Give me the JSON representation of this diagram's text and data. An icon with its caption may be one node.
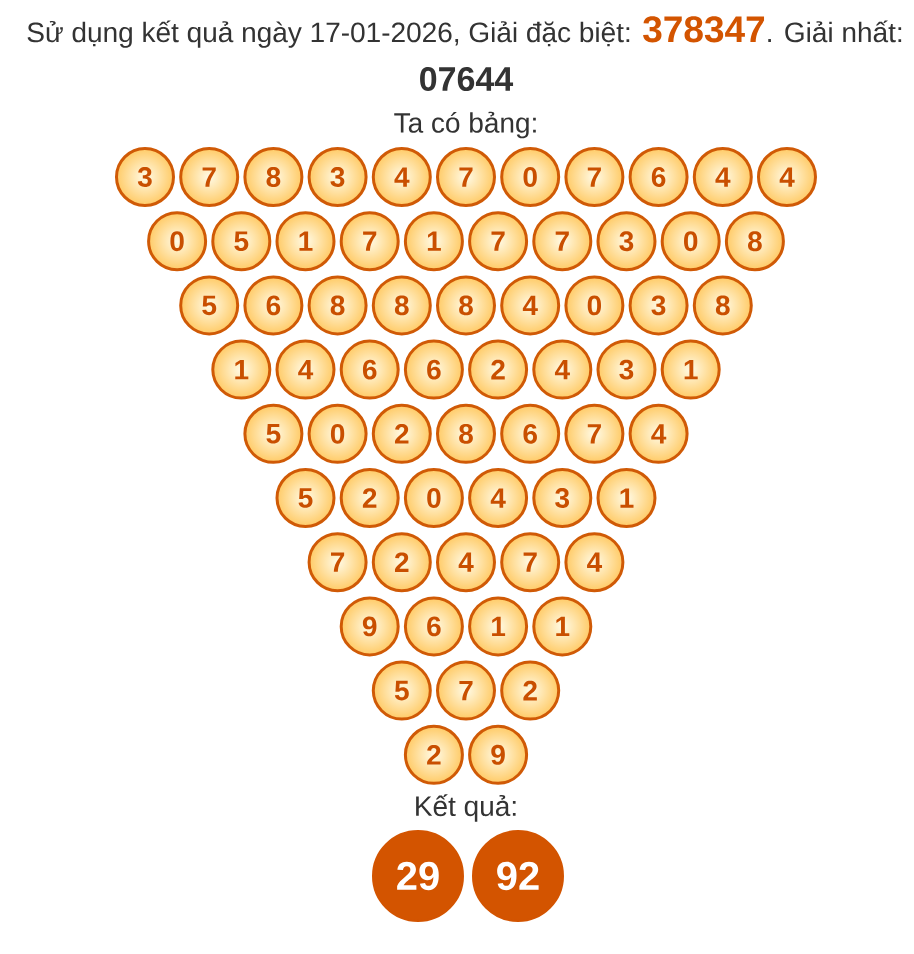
{
  "diagram": {
    "nodes": [
      {
        "text": [
          "3"
        ]
      },
      {
        "text": [
          "7"
        ]
      },
      {
        "text": [
          "8"
        ]
      },
      {
        "text": [
          "3"
        ]
      },
      {
        "text": [
          "4"
        ]
      },
      {
        "text": [
          "7"
        ]
      },
      {
        "text": [
          "0"
        ]
      },
      {
        "text": [
          "7"
        ]
      },
      {
        "text": [
          "6"
        ]
      },
      {
        "text": [
          "4"
        ]
      },
      {
        "text": [
          "4"
        ]
      },
      {
        "text": [
          "0"
        ]
      },
      {
        "text": [
          "5"
        ]
      },
      {
        "text": [
          "1"
        ]
      },
      {
        "text": [
          "7"
        ]
      },
      {
        "text": [
          "1"
        ]
      },
      {
        "text": [
          "7"
        ]
      },
      {
        "text": [
          "7"
        ]
      },
      {
        "text": [
          "3"
        ]
      },
      {
        "text": [
          "0"
        ]
      },
      {
        "text": [
          "8"
        ]
      },
      {
        "text": [
          "5"
        ]
      },
      {
        "text": [
          "6"
        ]
      },
      {
        "text": [
          "8"
        ]
      },
      {
        "text": [
          "8"
        ]
      },
      {
        "text": [
          "8"
        ]
      },
      {
        "text": [
          "4"
        ]
      },
      {
        "text": [
          "0"
        ]
      },
      {
        "text": [
          "3"
        ]
      },
      {
        "text": [
          "8"
        ]
      },
      {
        "text": [
          "1"
        ]
      },
      {
        "text": [
          "4"
        ]
      },
      {
        "text": [
          "6"
        ]
      },
      {
        "text": [
          "6"
        ]
      },
      {
        "text": [
          "2"
        ]
      },
      {
        "text": [
          "4"
        ]
      },
      {
        "text": [
          "3"
        ]
      },
      {
        "text": [
          "1"
        ]
      },
      {
        "text": [
          "5"
        ]
      },
      {
        "text": [
          "0"
        ]
      },
      {
        "text": [
          "2"
        ]
      },
      {
        "text": [
          "8"
        ]
      },
      {
        "text": [
          "6"
        ]
      },
      {
        "text": [
          "7"
        ]
      },
      {
        "text": [
          "4"
        ]
      },
      {
        "text": [
          "5"
        ]
      },
      {
        "text": [
          "2"
        ]
      },
      {
        "text": [
          "0"
        ]
      },
      {
        "text": [
          "4"
        ]
      },
      {
        "text": [
          "3"
        ]
      },
      {
        "text": [
          "1"
        ]
      },
      {
        "text": [
          "7"
        ]
      },
      {
        "text": [
          "2"
        ]
      },
      {
        "text": [
          "4"
        ]
      },
      {
        "text": [
          "7"
        ]
      },
      {
        "text": [
          "4"
        ]
      },
      {
        "text": [
          "9"
        ]
      },
      {
        "text": [
          "6"
        ]
      },
      {
        "text": [
          "1"
        ]
      },
      {
        "text": [
          "1"
        ]
      },
      {
        "text": [
          "5"
        ]
      },
      {
        "text": [
          "7"
        ]
      },
      {
        "text": [
          "2"
        ]
      },
      {
        "text": [
          "2"
        ]
      },
      {
        "text": [
          "9"
        ]
      },
      {
        "text": [
          "29"
        ]
      },
      {
        "text": [
          "92"
        ]
      }
    ],
    "labels": [
      "Sử dụng kết quả ngày 17-01-2026, Giải đặc biệt:",
      "378347",
      ". Giải nhất:",
      "07644",
      "Ta có bảng:",
      "Kết quả:"
    ]
  }
}
